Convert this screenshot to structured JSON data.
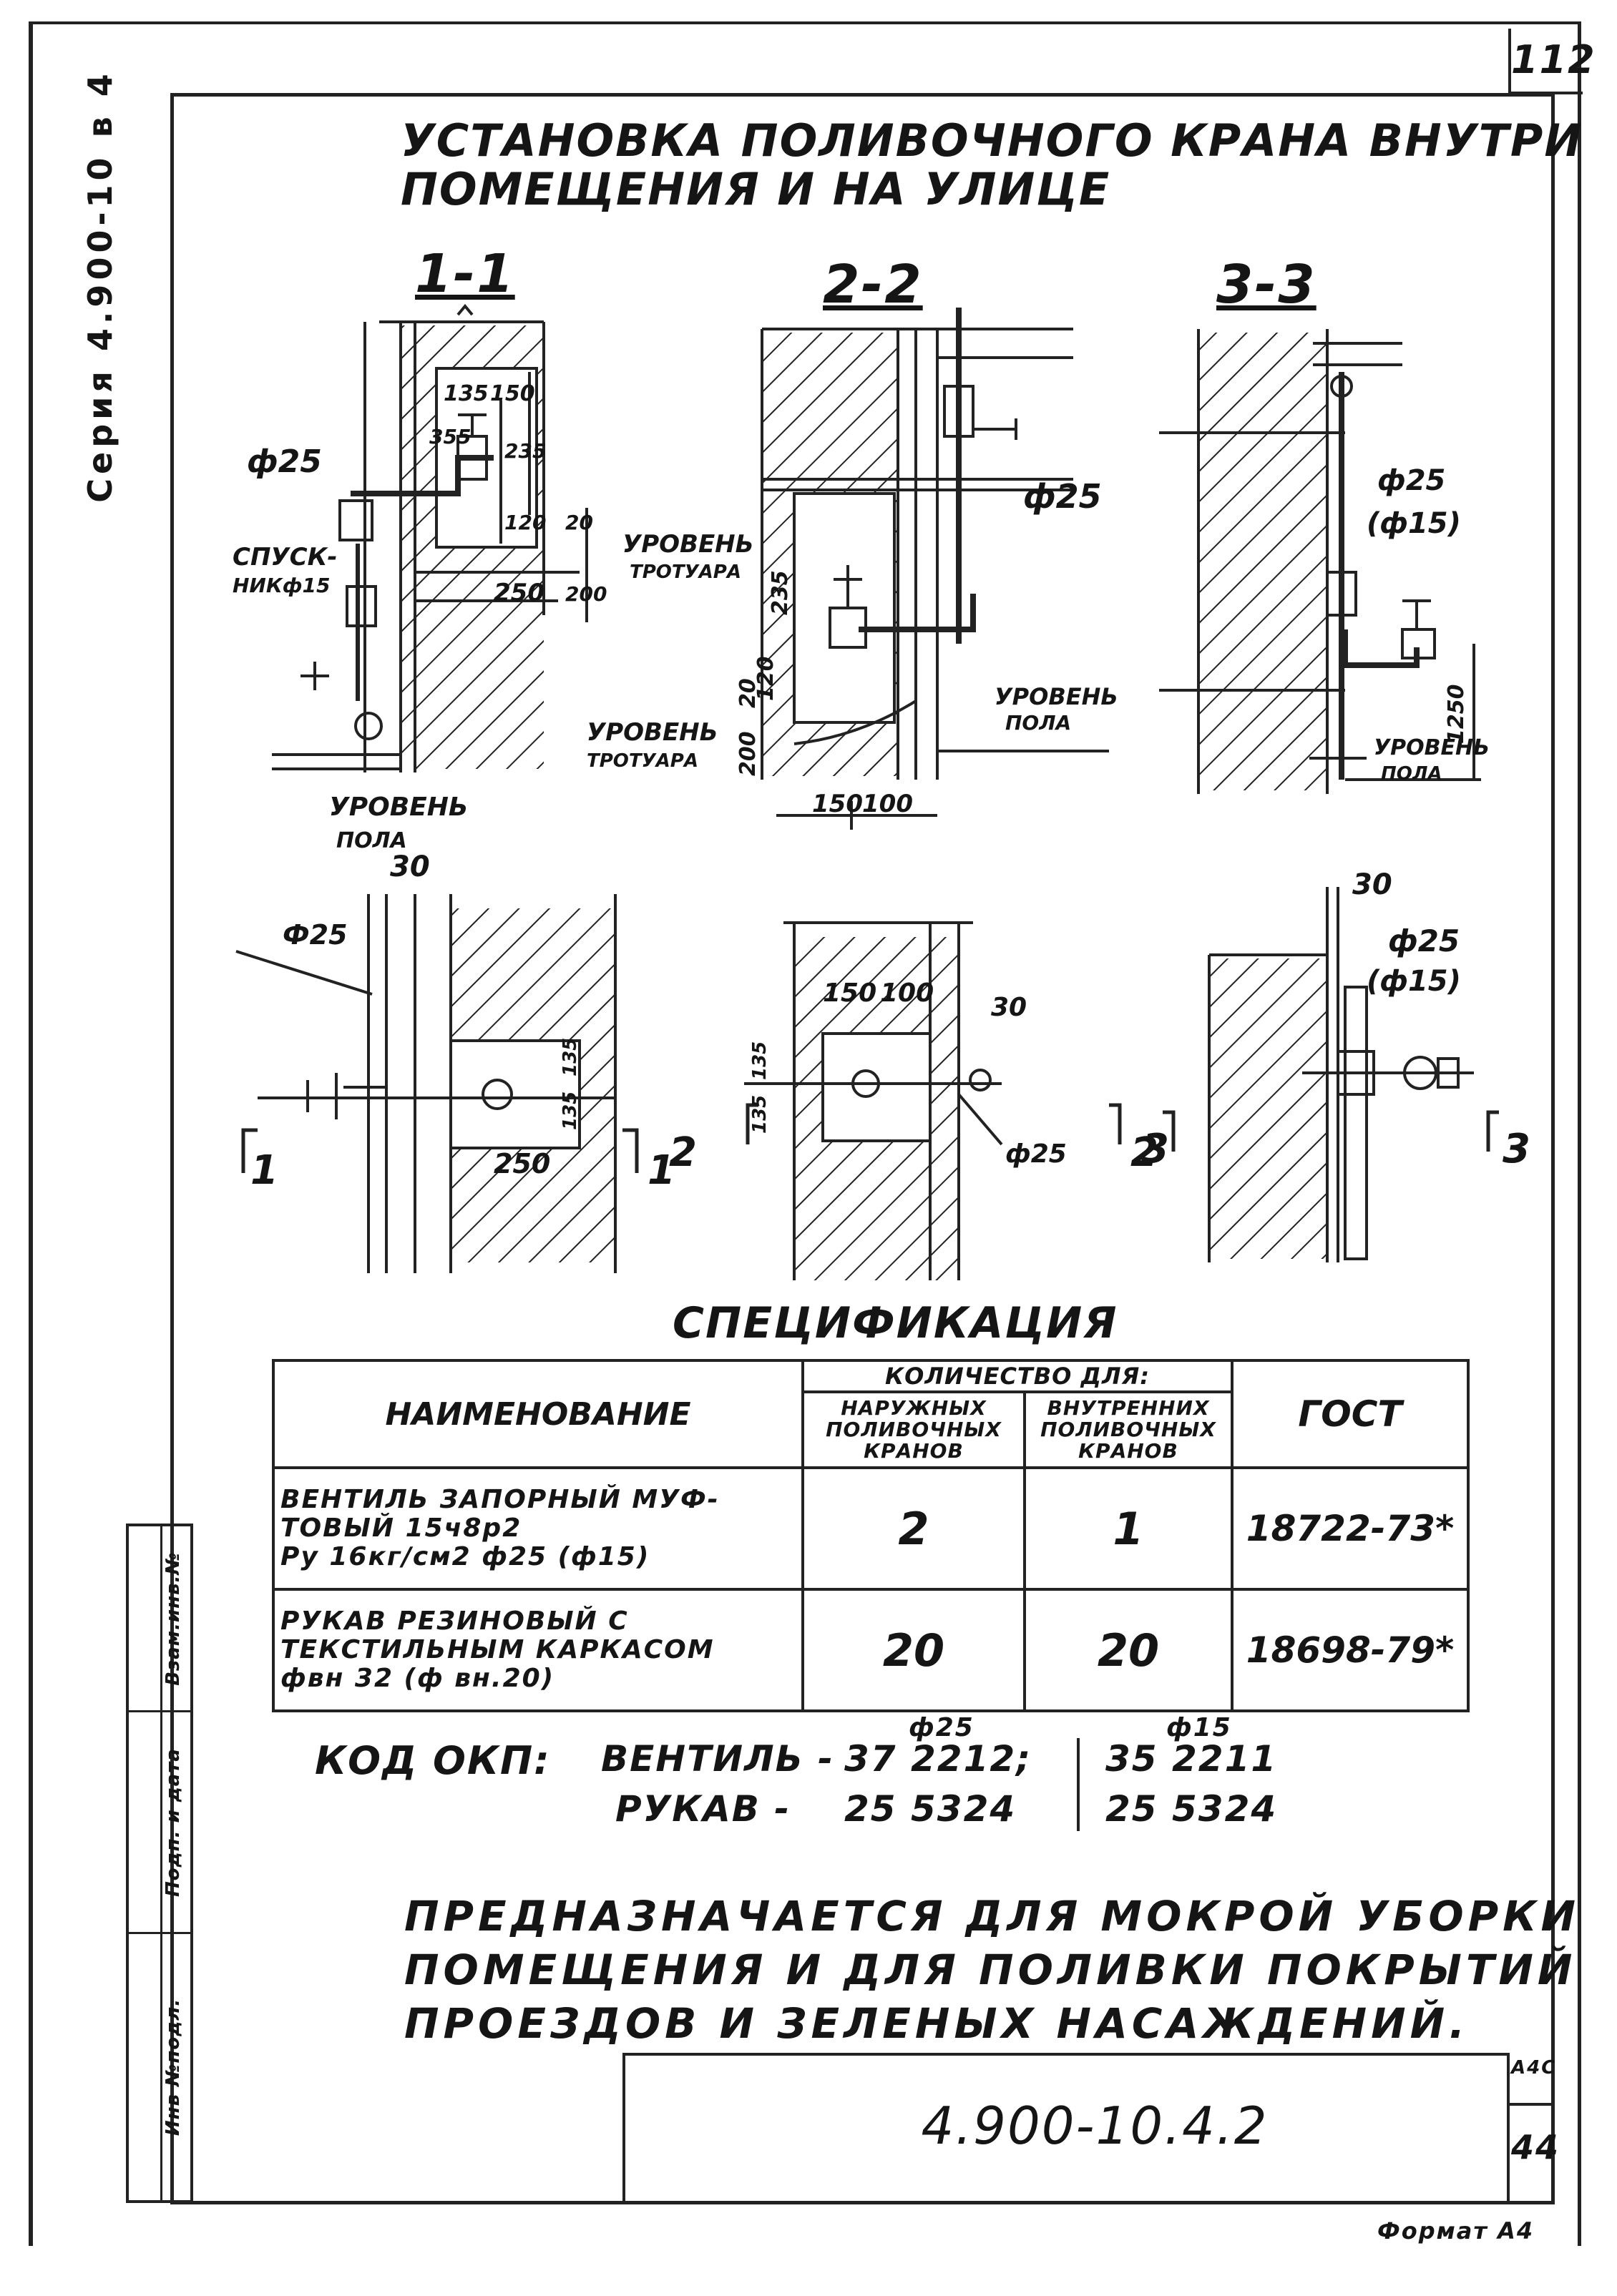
{
  "sheet": {
    "number": "112",
    "series_vertical": "Серия 4.900-10 в 4",
    "format": "Формат А4",
    "doc_code": "4.900-10.4.2",
    "tb_small_top": "А4С",
    "tb_small_bottom": "44"
  },
  "title": {
    "line1": "УСТАНОВКА ПОЛИВОЧНОГО КРАНА ВНУТРИ",
    "line2": "ПОМЕЩЕНИЯ И НА УЛИЦЕ"
  },
  "approval_strip": {
    "cell1": "Инв №подл.",
    "cell2": "Подп. и дата",
    "cell3": "Взам.инв.№"
  },
  "sections": {
    "s1": {
      "label": "1-1",
      "dims": [
        "135",
        "150",
        "355",
        "235",
        "120",
        "20",
        "200",
        "250"
      ],
      "pipe": "ф25",
      "drain_l1": "СПУСК-",
      "drain_l2": "НИКф15",
      "lvl_sidewalk_l1": "УРОВЕНЬ",
      "lvl_sidewalk_l2": "ТРОТУАРА",
      "lvl_sidewalk2_l1": "УРОВЕНЬ",
      "lvl_sidewalk2_l2": "ТРОТУАРА",
      "lvl_floor_l1": "УРОВЕНЬ",
      "lvl_floor_l2": "ПОЛА"
    },
    "s2": {
      "label": "2-2",
      "dims": [
        "235",
        "120",
        "200",
        "20",
        "150",
        "100"
      ],
      "pipe": "ф25",
      "lvl_floor_l1": "УРОВЕНЬ",
      "lvl_floor_l2": "ПОЛА"
    },
    "s3": {
      "label": "3-3",
      "pipe_l1": "ф25",
      "pipe_l2": "(ф15)",
      "dim": "1250",
      "lvl_floor_l1": "УРОВЕНЬ",
      "lvl_floor_l2": "ПОЛА"
    }
  },
  "plans": {
    "p1": {
      "dim_top": "30",
      "pipe": "Ф25",
      "dims": [
        "135",
        "135",
        "250"
      ],
      "mark_left": "1",
      "mark_right": "1"
    },
    "p2": {
      "dims": [
        "150",
        "100",
        "30",
        "135",
        "135"
      ],
      "pipe": "ф25",
      "mark_left": "2",
      "mark_right": "2"
    },
    "p3": {
      "dim_top": "30",
      "pipe_l1": "ф25",
      "pipe_l2": "(ф15)",
      "mark_left": "3",
      "mark_right": "3"
    }
  },
  "spec": {
    "title": "СПЕЦИФИКАЦИЯ",
    "header": {
      "name": "НАИМЕНОВАНИЕ",
      "qty": "КОЛИЧЕСТВО ДЛЯ:",
      "outdoor_l1": "НАРУЖНЫХ",
      "outdoor_l2": "ПОЛИВОЧНЫХ",
      "outdoor_l3": "КРАНОВ",
      "indoor_l1": "ВНУТРЕННИХ",
      "indoor_l2": "ПОЛИВОЧНЫХ",
      "indoor_l3": "КРАНОВ",
      "gost": "ГОСТ"
    },
    "rows": [
      {
        "name_l1": "ВЕНТИЛЬ ЗАПОРНЫЙ МУФ-",
        "name_l2": "ТОВЫЙ 15ч8р2",
        "name_l3": "Ру 16кг/см2 ф25 (ф15)",
        "outdoor": "2",
        "indoor": "1",
        "gost": "18722-73*"
      },
      {
        "name_l1": "РУКАВ РЕЗИНОВЫЙ С",
        "name_l2": "ТЕКСТИЛЬНЫМ КАРКАСОМ",
        "name_l3": "фвн 32 (ф вн.20)",
        "outdoor": "20",
        "indoor": "20",
        "gost": "18698-79*"
      }
    ]
  },
  "okp": {
    "label": "КОД ОКП:",
    "valve": "ВЕНТИЛЬ -",
    "hose": "РУКАВ -",
    "sup_d25": "ф25",
    "sup_d15": "ф15",
    "valve_d25": "37 2212;",
    "valve_d15": "35 2211",
    "hose_d25": "25 5324",
    "hose_d15": "25 5324"
  },
  "purpose": {
    "line1": "ПРЕДНАЗНАЧАЕТСЯ ДЛЯ МОКРОЙ УБОРКИ",
    "line2": "ПОМЕЩЕНИЯ И ДЛЯ ПОЛИВКИ ПОКРЫТИЙ",
    "line3": "ПРОЕЗДОВ И ЗЕЛЕНЫХ НАСАЖДЕНИЙ."
  }
}
